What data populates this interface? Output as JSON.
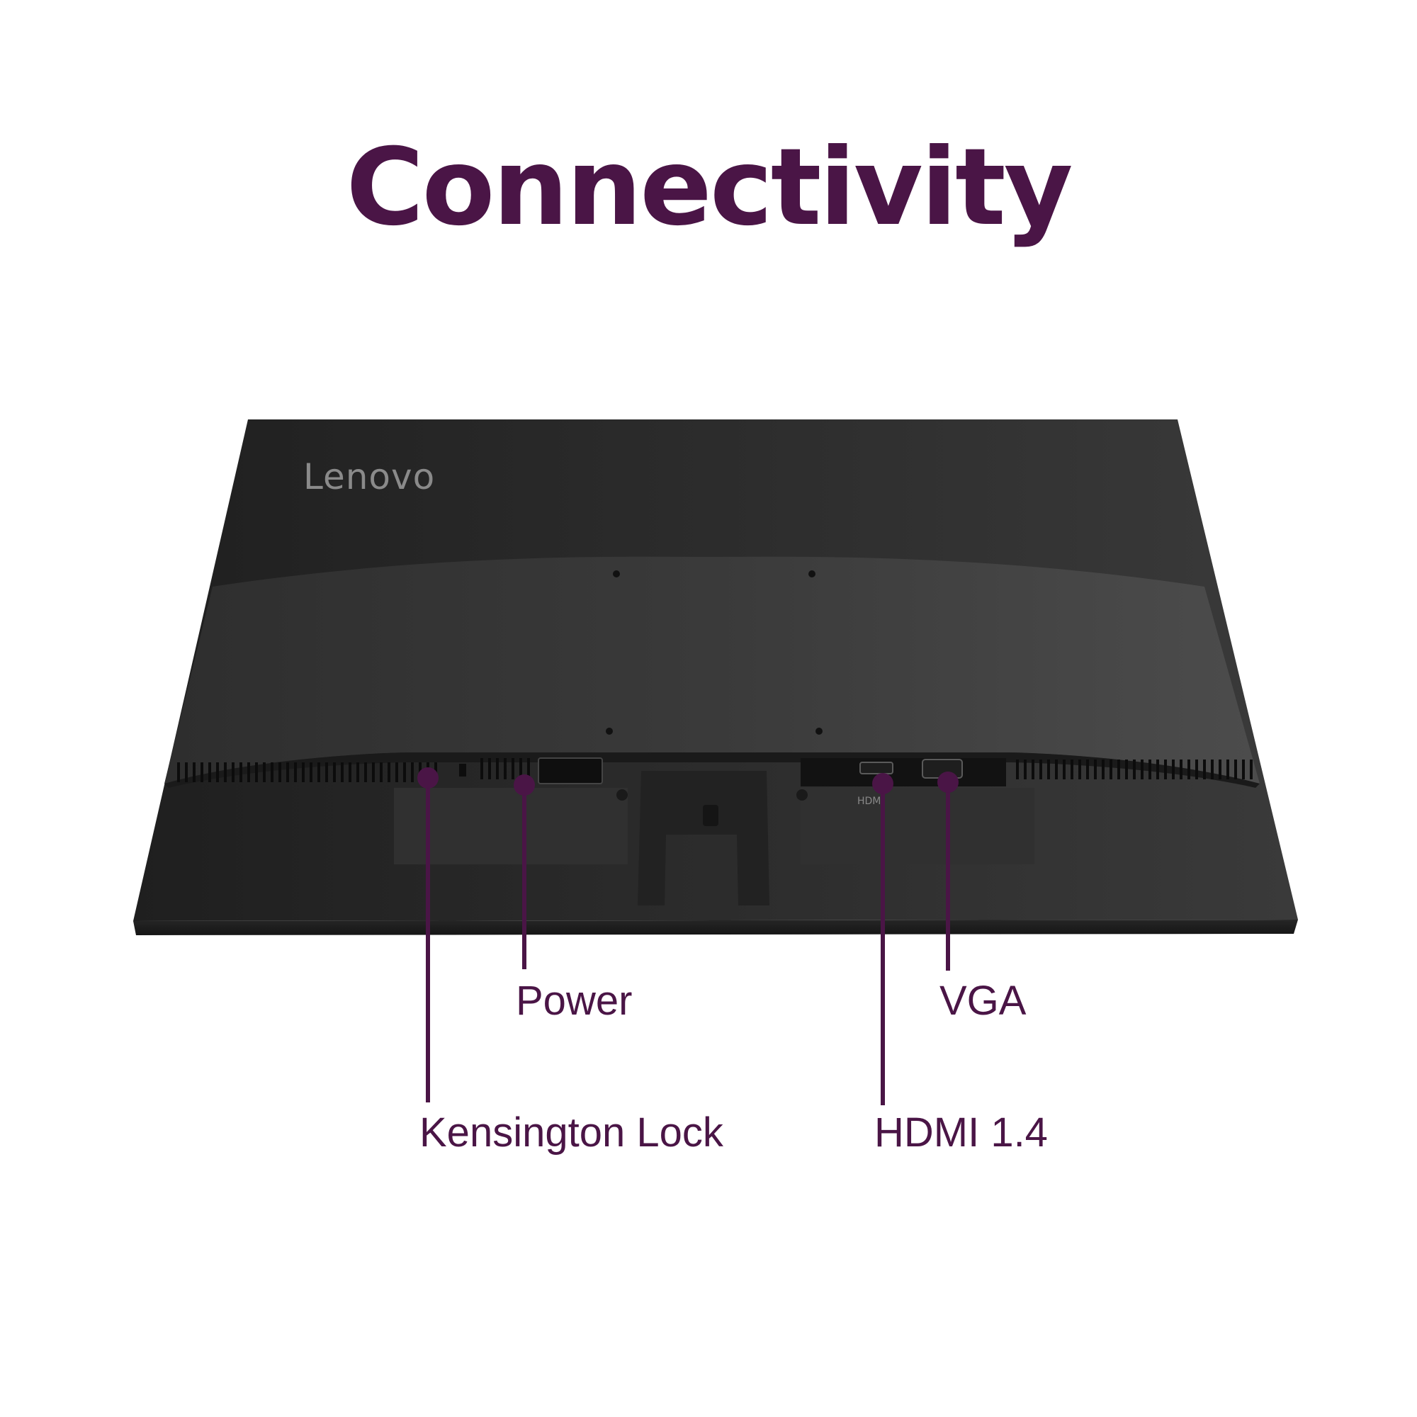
{
  "title": "Connectivity",
  "brand_logo": "Lenovo",
  "port_icons": {
    "hdmi": "HDMI"
  },
  "callouts": {
    "power": "Power",
    "vga": "VGA",
    "kensington": "Kensington Lock",
    "hdmi": "HDMI 1.4"
  },
  "colors": {
    "accent": "#4a1546",
    "monitor_body": "#2a2a2a",
    "monitor_panel": "#393939",
    "logo": "#8a8a8a",
    "background": "#ffffff"
  }
}
